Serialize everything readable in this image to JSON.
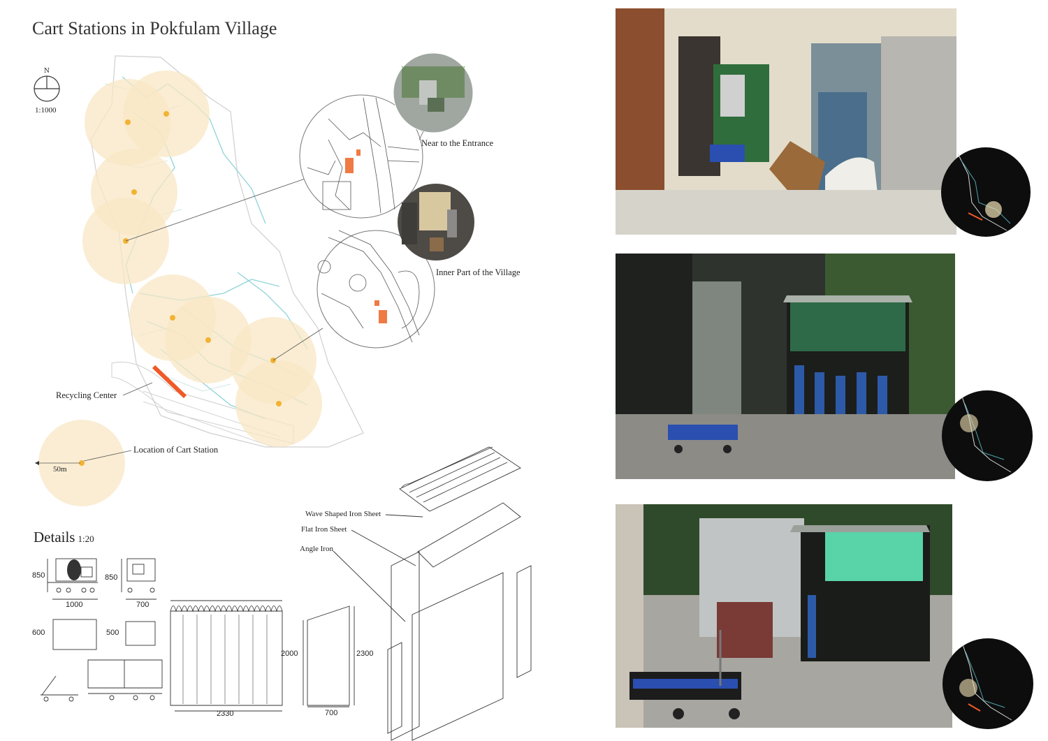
{
  "title": "Cart Stations in Pokfulam Village",
  "north_label": "N",
  "map_scale": "1:1000",
  "callouts": {
    "entrance": "Near to the Entrance",
    "inner": "Inner Part of the Village",
    "recycling": "Recycling Center",
    "cart_station": "Location of Cart Station",
    "radius": "50m"
  },
  "details": {
    "title": "Details",
    "scale": "1:20",
    "cart_dims": {
      "height_front": "850",
      "length": "1000",
      "height_side": "850",
      "width": "700",
      "plan_a": "600",
      "plan_b": "500"
    },
    "shelter_dims": {
      "front_width": "2330",
      "side_height": "2000",
      "side_height_total": "2300",
      "side_width": "700"
    },
    "exploded_labels": {
      "wave": "Wave Shaped Iron Sheet",
      "flat": "Flat Iron Sheet",
      "angle": "Angle Iron"
    }
  },
  "colors": {
    "circle_fill": "#f8e7c4",
    "dot": "#f2b233",
    "path": "#7ad0d6",
    "recycling": "#ef5a28",
    "orange_box": "#ef7a45"
  }
}
